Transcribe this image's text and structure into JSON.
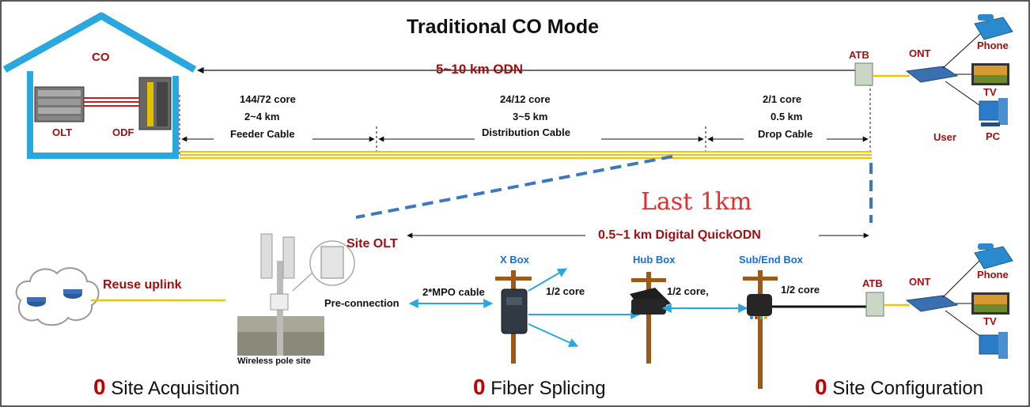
{
  "title": "Traditional CO Mode",
  "co": {
    "label": "CO",
    "olt": "OLT",
    "odf": "ODF"
  },
  "odn": {
    "label": "5~10 km ODN"
  },
  "segments": [
    {
      "line1": "144/72 core",
      "line2": "2~4 km",
      "line3": "Feeder Cable"
    },
    {
      "line1": "24/12 core",
      "line2": "3~5 km",
      "line3": "Distribution Cable"
    },
    {
      "line1": "2/1 core",
      "line2": "0.5 km",
      "line3": "Drop Cable"
    }
  ],
  "user_top": {
    "atb": "ATB",
    "ont": "ONT",
    "phone": "Phone",
    "tv": "TV",
    "pc": "PC",
    "user": "User"
  },
  "last_km": "Last 1km",
  "quick_odn": "0.5~1 km Digital QuickODN",
  "site": {
    "olt": "Site OLT",
    "reuse": "Reuse  uplink",
    "pole": "Wireless pole site",
    "preconnection": "Pre-connection",
    "mpo": "2*MPO cable"
  },
  "boxes": {
    "xbox": "X Box",
    "hub": "Hub Box",
    "end": "Sub/End Box",
    "core1": "1/2 core",
    "core2": "1/2 core,",
    "core3": "1/2 core"
  },
  "user_bottom": {
    "atb": "ATB",
    "ont": "ONT",
    "phone": "Phone",
    "tv": "TV"
  },
  "benefits": [
    {
      "zero": "0",
      "text": " Site Acquisition"
    },
    {
      "zero": "0",
      "text": " Fiber Splicing"
    },
    {
      "zero": "0",
      "text": " Site Configuration"
    }
  ],
  "colors": {
    "red": "#a01010",
    "blue": "#1a6fd0",
    "fiber": "#f2c500",
    "house": "#29a8e0",
    "dash": "#3b78c0"
  }
}
